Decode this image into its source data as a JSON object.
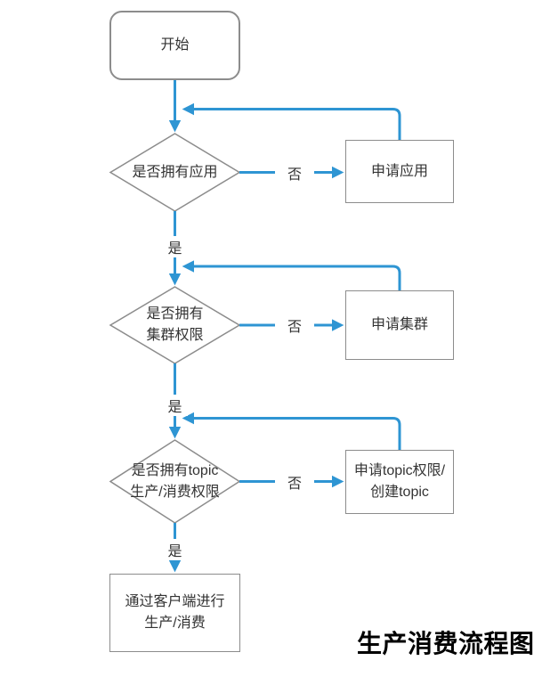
{
  "diagram": {
    "title": "生产消费流程图",
    "colors": {
      "connector": "#2E95D3",
      "shape_border": "#8C8C8C",
      "text": "#333333",
      "title": "#000000"
    },
    "nodes": {
      "start": {
        "type": "terminator",
        "label": "开始"
      },
      "decision_app": {
        "type": "decision",
        "label": "是否拥有应用"
      },
      "process_apply_app": {
        "type": "process",
        "label": "申请应用"
      },
      "decision_cluster": {
        "type": "decision",
        "label": "是否拥有\n集群权限"
      },
      "process_apply_cluster": {
        "type": "process",
        "label": "申请集群"
      },
      "decision_topic": {
        "type": "decision",
        "label": "是否拥有topic\n生产/消费权限"
      },
      "process_apply_topic": {
        "type": "process",
        "label": "申请topic权限/\n创建topic"
      },
      "process_client": {
        "type": "process",
        "label": "通过客户端进行\n生产/消费"
      }
    },
    "edge_labels": {
      "no_app": "否",
      "yes_app": "是",
      "no_cluster": "否",
      "yes_cluster": "是",
      "no_topic": "否",
      "yes_topic": "是"
    }
  }
}
